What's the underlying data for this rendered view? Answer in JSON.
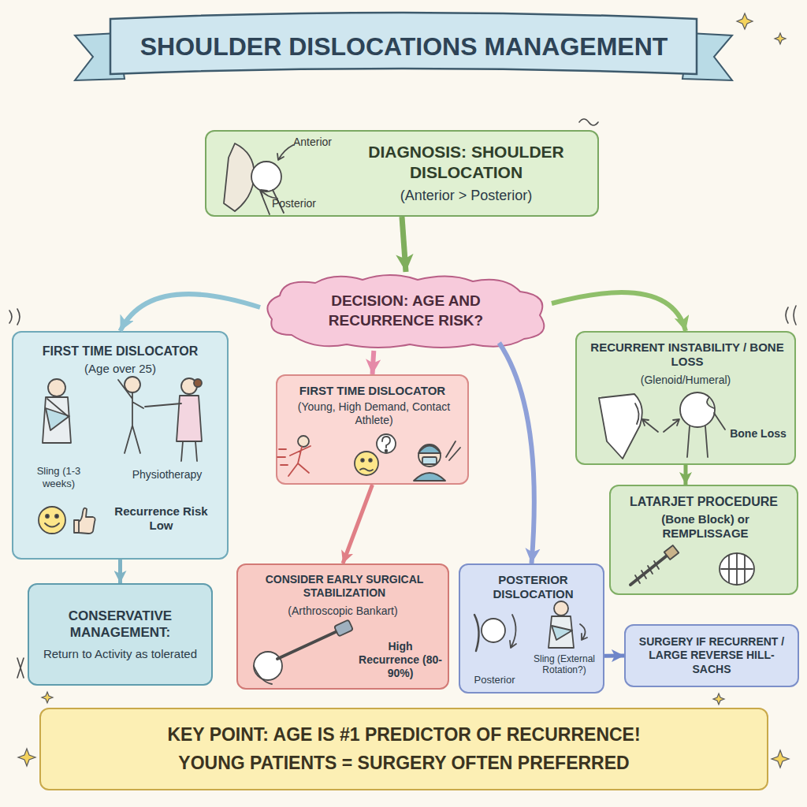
{
  "diagram": {
    "title": "SHOULDER DISLOCATIONS MANAGEMENT",
    "nodes": [
      {
        "text": [
          "DIAGNOSIS: SHOULDER DISLOCATION",
          "(Anterior > Posterior)"
        ]
      },
      {
        "text": [
          "DECISION: AGE AND RECURRENCE RISK?"
        ]
      },
      {
        "text": [
          "FIRST TIME DISLOCATOR",
          "(Age over 25)",
          "Sling (1-3 weeks)",
          "Physiotherapy",
          "Recurrence Risk Low"
        ]
      },
      {
        "text": [
          "FIRST TIME DISLOCATOR",
          "(Young, High Demand, Contact Athlete)"
        ]
      },
      {
        "text": [
          "RECURRENT INSTABILITY / BONE LOSS",
          "(Glenoid/Humeral)",
          "Bone Loss"
        ]
      },
      {
        "text": [
          "CONSERVATIVE MANAGEMENT:",
          "Return to Activity as tolerated"
        ]
      },
      {
        "text": [
          "CONSIDER EARLY SURGICAL STABILIZATION",
          "(Arthroscopic Bankart)",
          "High Recurrence (80-90%)"
        ]
      },
      {
        "text": [
          "POSTERIOR DISLOCATION",
          "Posterior",
          "Sling (External Rotation?)"
        ]
      },
      {
        "text": [
          "LATARJET PROCEDURE",
          "(Bone Block) or REMPLISSAGE"
        ]
      },
      {
        "text": [
          "SURGERY IF RECURRENT / LARGE REVERSE HILL-SACHS"
        ]
      },
      {
        "text": [
          "KEY POINT: AGE IS #1 PREDICTOR OF RECURRENCE!",
          "YOUNG PATIENTS = SURGERY OFTEN PREFERRED"
        ]
      }
    ],
    "edges": [
      {
        "from": 0,
        "to": 1,
        "arrow": "to"
      },
      {
        "from": 1,
        "to": 2,
        "arrow": "to"
      },
      {
        "from": 1,
        "to": 3,
        "arrow": "to"
      },
      {
        "from": 1,
        "to": 7,
        "arrow": "to"
      },
      {
        "from": 1,
        "to": 4,
        "arrow": "to"
      },
      {
        "from": 2,
        "to": 5,
        "arrow": "to"
      },
      {
        "from": 3,
        "to": 6,
        "arrow": "to"
      },
      {
        "from": 4,
        "to": 8,
        "arrow": "to"
      },
      {
        "from": 7,
        "to": 9,
        "arrow": "to"
      }
    ],
    "labels": [
      "Anterior",
      "Posterior"
    ]
  }
}
